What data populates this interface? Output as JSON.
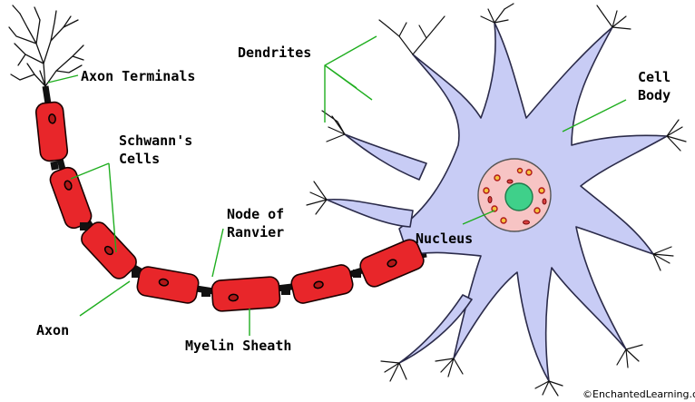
{
  "labels": {
    "axon_terminals": "Axon Terminals",
    "dendrites": "Dendrites",
    "cell_body_line1": "Cell",
    "cell_body_line2": "Body",
    "schwann_line1": "Schwann's",
    "schwann_line2": "Cells",
    "node_line1": "Node of",
    "node_line2": "Ranvier",
    "nucleus": "Nucleus",
    "axon": "Axon",
    "myelin_sheath": "Myelin Sheath"
  },
  "credit": "©EnchantedLearning.com",
  "colors": {
    "myelin": "#e8262a",
    "cell_body": "#c8ccf5",
    "nucleus": "#f7c4c4",
    "nucleolus": "#3fd08a",
    "leader_lines": "#1fae1f"
  }
}
